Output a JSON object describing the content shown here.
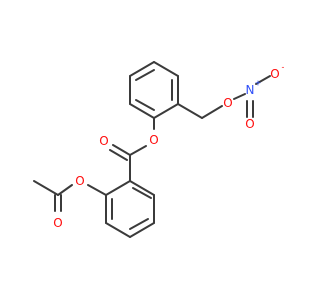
{
  "colors": {
    "bond": "#3b3b3b",
    "oxygen": "#ff0d0d",
    "nitrogen": "#3050f8",
    "background": "#ffffff"
  },
  "atoms": {
    "o_ester_link": {
      "symbol": "O"
    },
    "o_carbonyl_ester": {
      "symbol": "O"
    },
    "o_acetoxy_link": {
      "symbol": "O"
    },
    "o_acetyl_carbonyl": {
      "symbol": "O"
    },
    "o_nitrate_link": {
      "symbol": "O"
    },
    "n_nitro": {
      "symbol": "N",
      "charge": "+"
    },
    "o_nitro_minus": {
      "symbol": "O",
      "charge": "-"
    },
    "o_nitro_double": {
      "symbol": "O"
    }
  }
}
